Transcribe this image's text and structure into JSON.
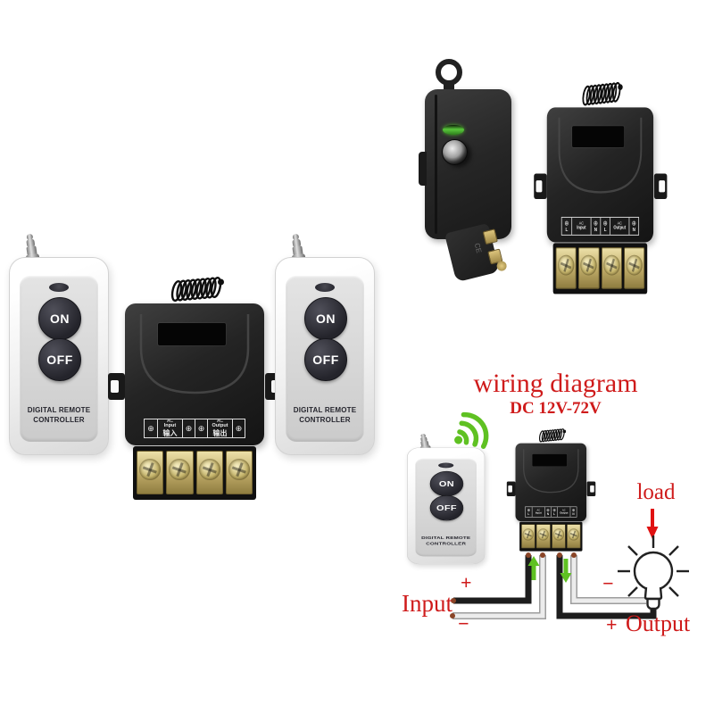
{
  "remote_white": {
    "on_label": "ON",
    "off_label": "OFF",
    "brand_line1": "DIGITAL REMOTE",
    "brand_line2": "CONTROLLER"
  },
  "remote_black": {
    "battery_marking": "CE"
  },
  "receiver": {
    "screw_symbol": "⊕",
    "ac_label": "AC",
    "input_label": "Input",
    "output_label": "Output",
    "input_cn": "输入",
    "output_cn": "输出",
    "line_l": "L",
    "line_n": "N"
  },
  "wiring": {
    "title": "wiring diagram",
    "subtitle": "DC 12V-72V",
    "load_label": "load",
    "input_label": "Input",
    "output_label": "Output",
    "plus_symbol": "+",
    "minus_symbol": "−"
  },
  "colors": {
    "accent_red": "#cf1b1b",
    "signal_green": "#5fc122",
    "brass_terminal": "#c8b468",
    "device_black": "#232323",
    "remote_white": "#f2f2f2",
    "background": "#ffffff"
  }
}
